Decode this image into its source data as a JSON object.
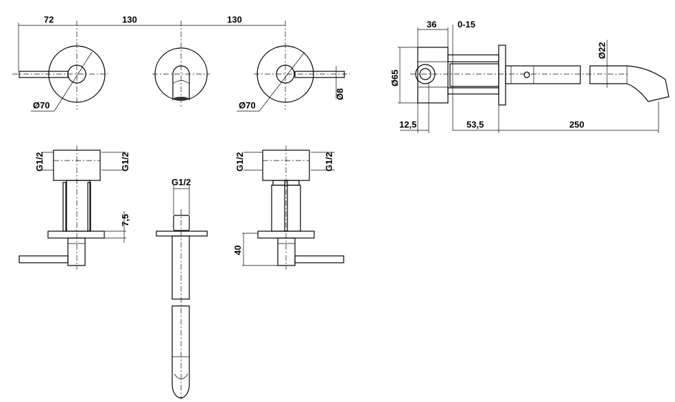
{
  "front_view": {
    "dim_left": "72",
    "dim_mid": "130",
    "dim_right": "130",
    "dia_left": "Ø70",
    "dia_right": "Ø70",
    "dia_lever": "Ø8"
  },
  "side_view": {
    "dim_body": "36",
    "dim_adjust": "0-15",
    "dia_body": "Ø65",
    "dim_offset": "12,5",
    "dim_depth": "53,5",
    "dim_spout": "250",
    "dia_spout": "Ø22"
  },
  "bottom_view": {
    "thread_left_a": "G1/2",
    "thread_left_b": "G1/2",
    "dim_flange": "7,5",
    "thread_spout": "G1/2",
    "thread_right_a": "G1/2",
    "thread_right_b": "G1/2",
    "dim_lever": "40"
  }
}
